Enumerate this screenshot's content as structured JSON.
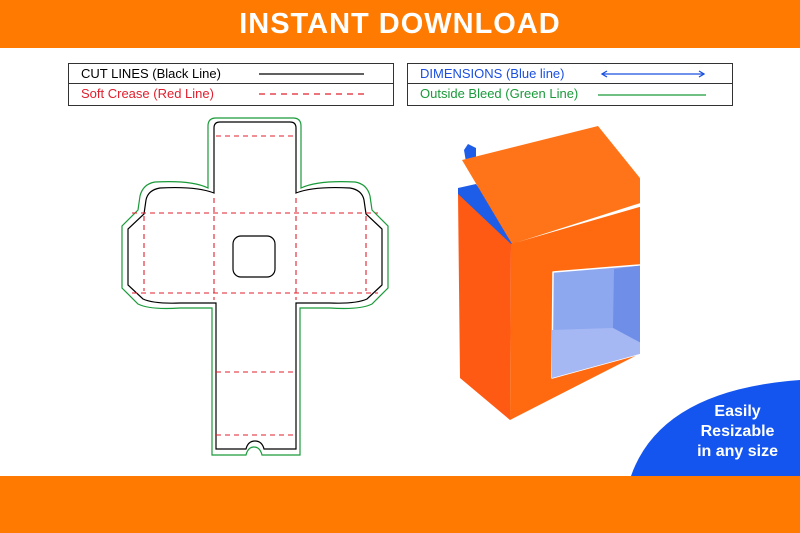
{
  "header": {
    "title": "INSTANT DOWNLOAD",
    "color": "#ff7a00"
  },
  "legend": {
    "cut_lines": {
      "label": "CUT LINES (Black Line)",
      "color": "#000000"
    },
    "soft_crease": {
      "label": "Soft Crease (Red Line)",
      "color": "#e0202e"
    },
    "dimensions": {
      "label": "DIMENSIONS (Blue line)",
      "color": "#1a4fe0"
    },
    "outside_bleed": {
      "label": "Outside Bleed (Green Line)",
      "color": "#1a9a3a"
    }
  },
  "badge": {
    "line1": "Easily",
    "line2": "Resizable",
    "line3": "in any size",
    "color": "#1455f0"
  },
  "box_colors": {
    "orange": "#ff6a10",
    "blue_inner": "#1e5de8",
    "window": "#8ea8f0"
  }
}
